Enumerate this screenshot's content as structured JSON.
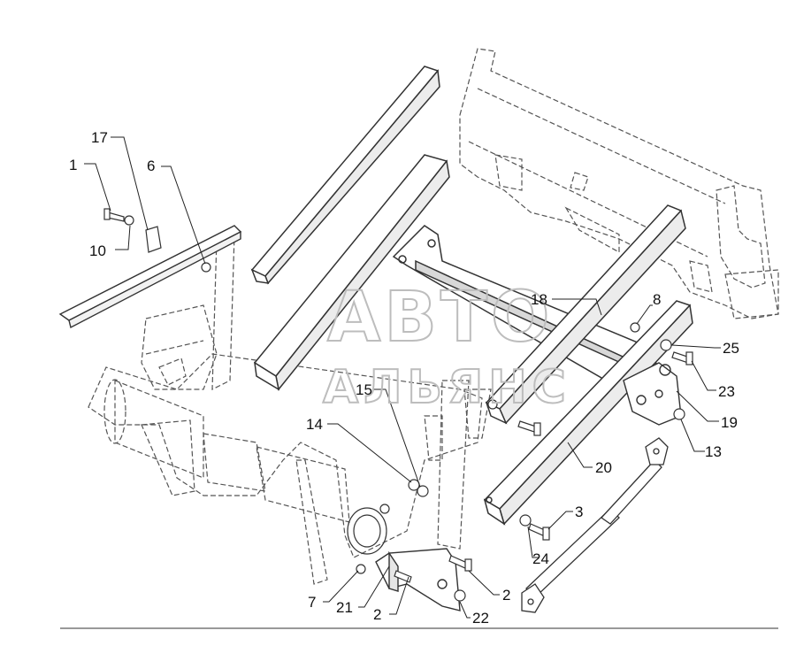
{
  "watermark": {
    "line1": "АВТО",
    "line2": "АЛЬЯНС"
  },
  "callouts": [
    {
      "id": "c1",
      "text": "1"
    },
    {
      "id": "c17",
      "text": "17"
    },
    {
      "id": "c6",
      "text": "6"
    },
    {
      "id": "c10",
      "text": "10"
    },
    {
      "id": "c18",
      "text": "18"
    },
    {
      "id": "c8",
      "text": "8"
    },
    {
      "id": "c25",
      "text": "25"
    },
    {
      "id": "c23",
      "text": "23"
    },
    {
      "id": "c19",
      "text": "19"
    },
    {
      "id": "c13",
      "text": "13"
    },
    {
      "id": "c20",
      "text": "20"
    },
    {
      "id": "c15",
      "text": "15"
    },
    {
      "id": "c14",
      "text": "14"
    },
    {
      "id": "c3",
      "text": "3"
    },
    {
      "id": "c24",
      "text": "24"
    },
    {
      "id": "c2a",
      "text": "2"
    },
    {
      "id": "c7",
      "text": "7"
    },
    {
      "id": "c21",
      "text": "21"
    },
    {
      "id": "c2b",
      "text": "2"
    },
    {
      "id": "c22",
      "text": "22"
    }
  ]
}
